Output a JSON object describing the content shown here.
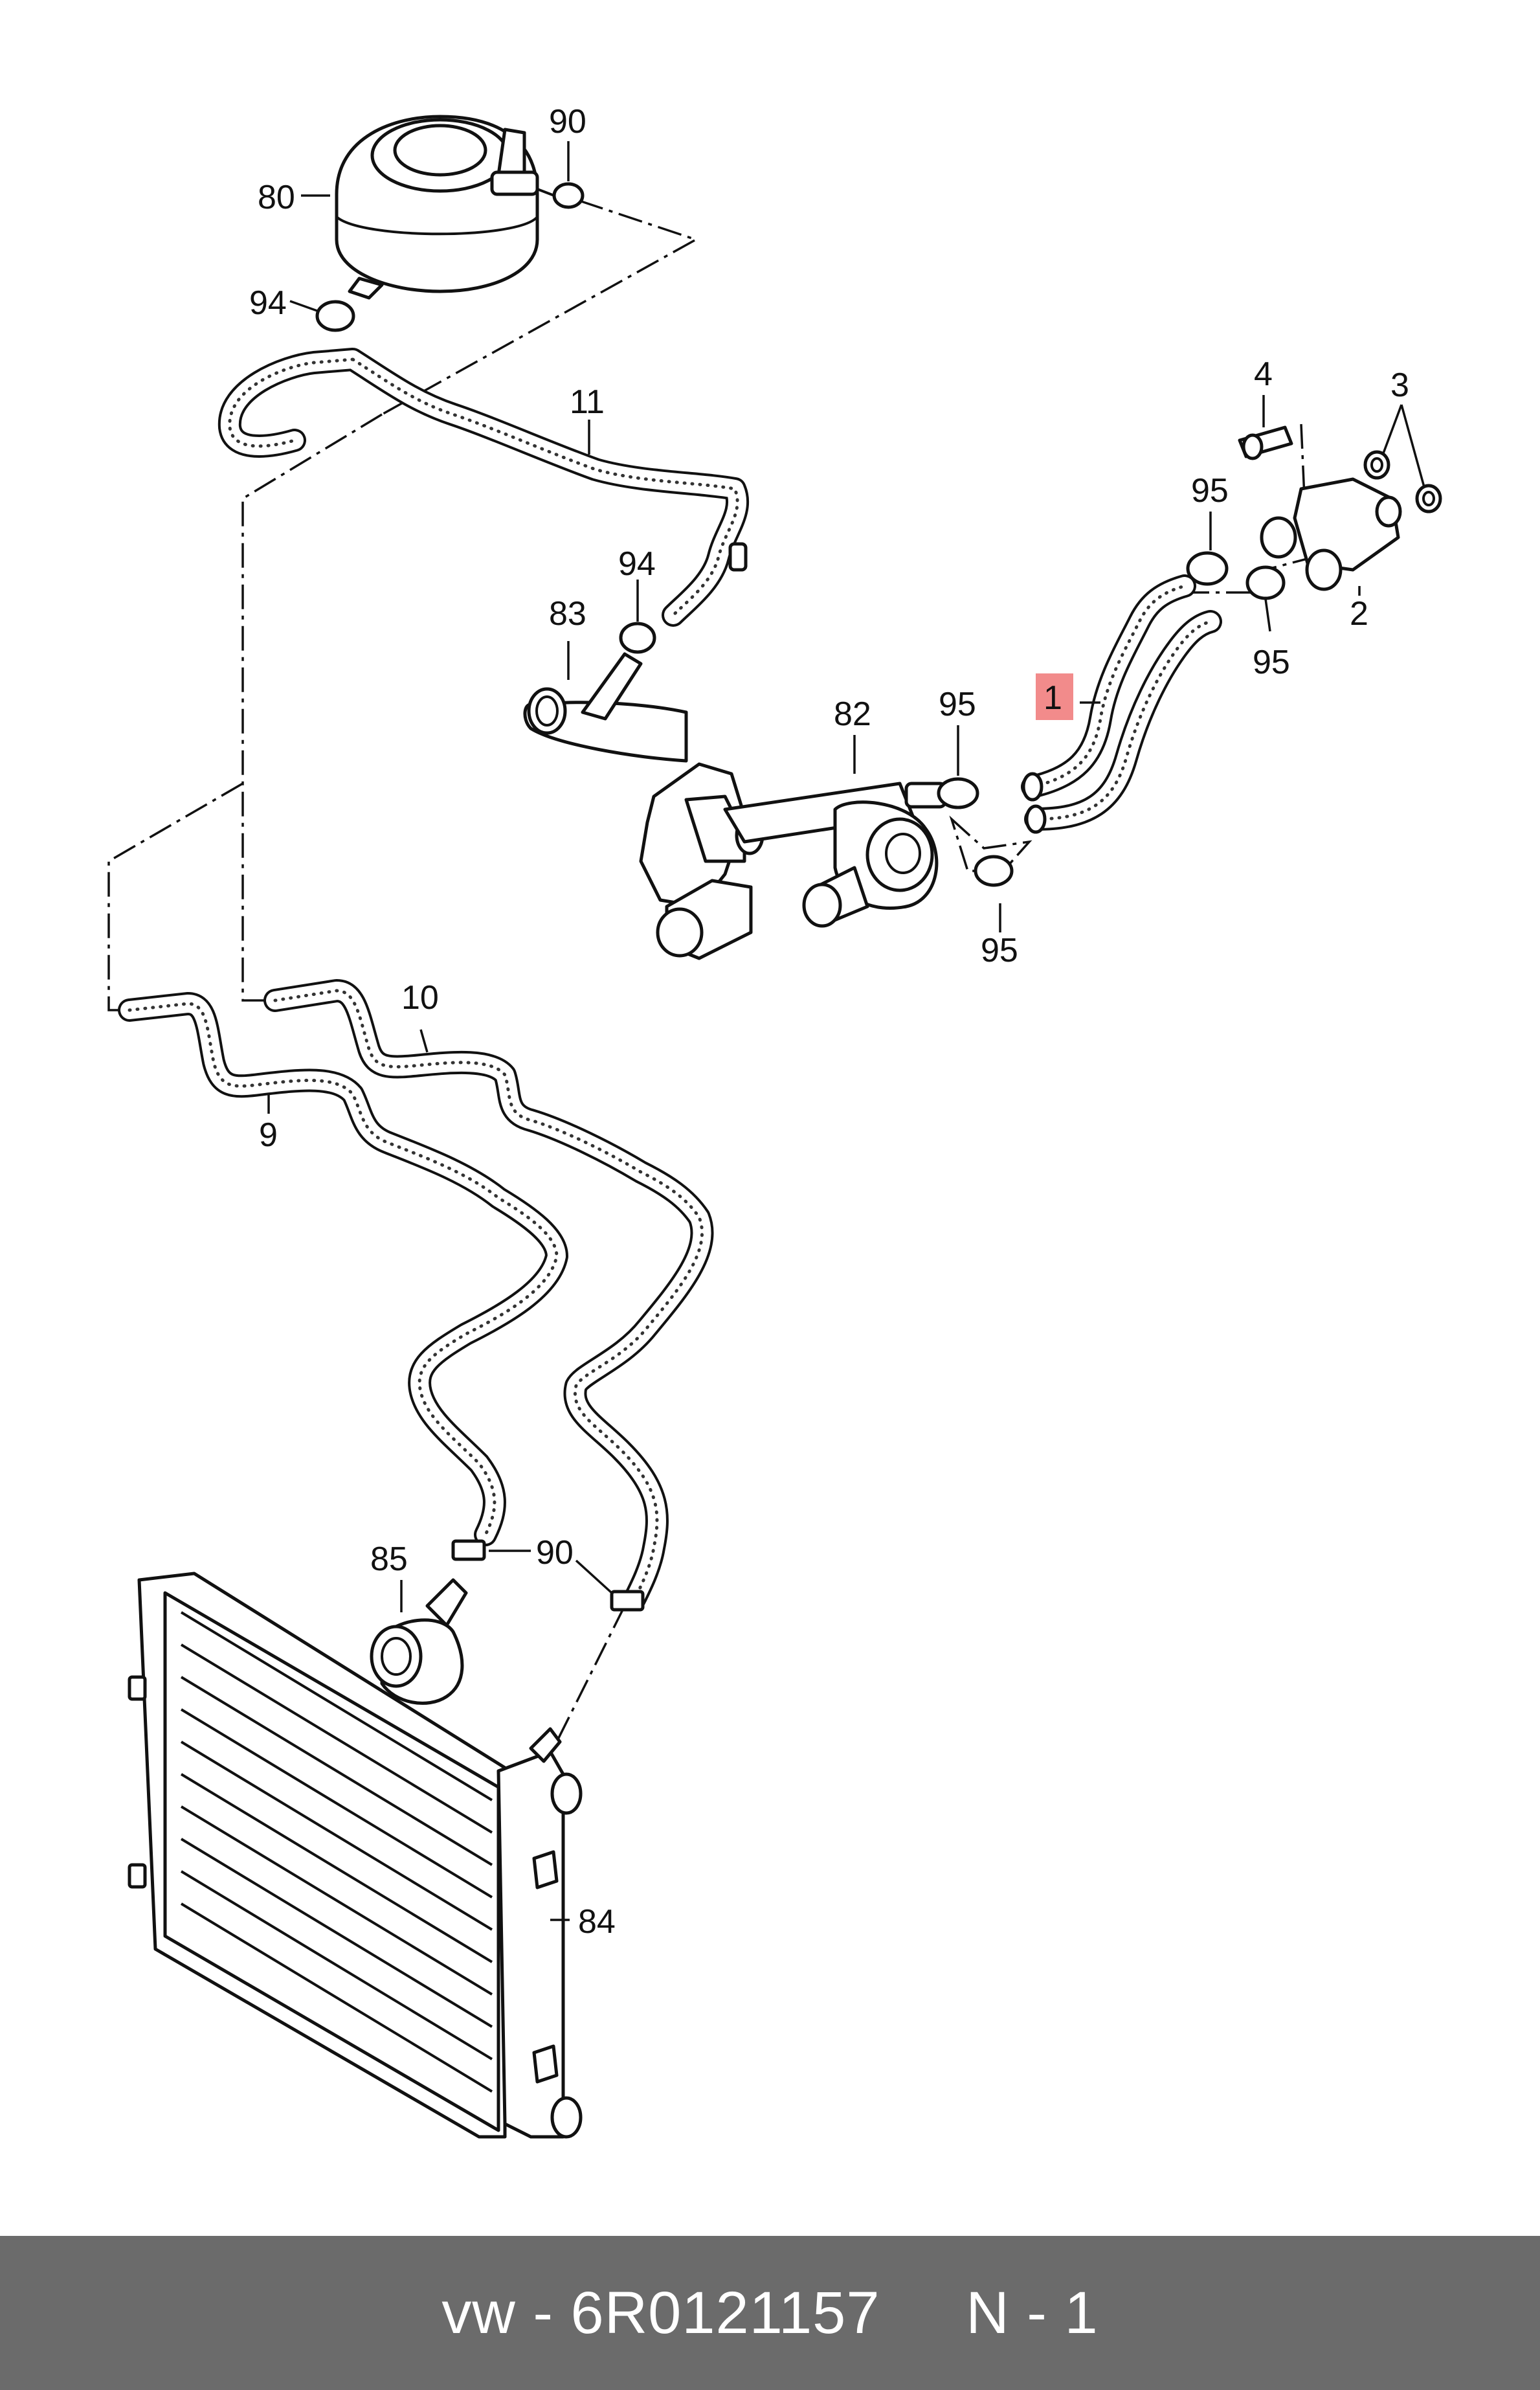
{
  "callouts": {
    "c1": "1",
    "c2": "2",
    "c3": "3",
    "c4": "4",
    "c9": "9",
    "c10": "10",
    "c11": "11",
    "c80": "80",
    "c82": "82",
    "c83": "83",
    "c84": "84",
    "c85": "85",
    "c90a": "90",
    "c90b": "90",
    "c94a": "94",
    "c94b": "94",
    "c95a": "95",
    "c95b": "95",
    "c95c": "95",
    "c95d": "95"
  },
  "highlight_color": "#f28b8b",
  "footer": {
    "text": "vw - 6R0121157     N - 1",
    "background": "#6b6b6b"
  }
}
